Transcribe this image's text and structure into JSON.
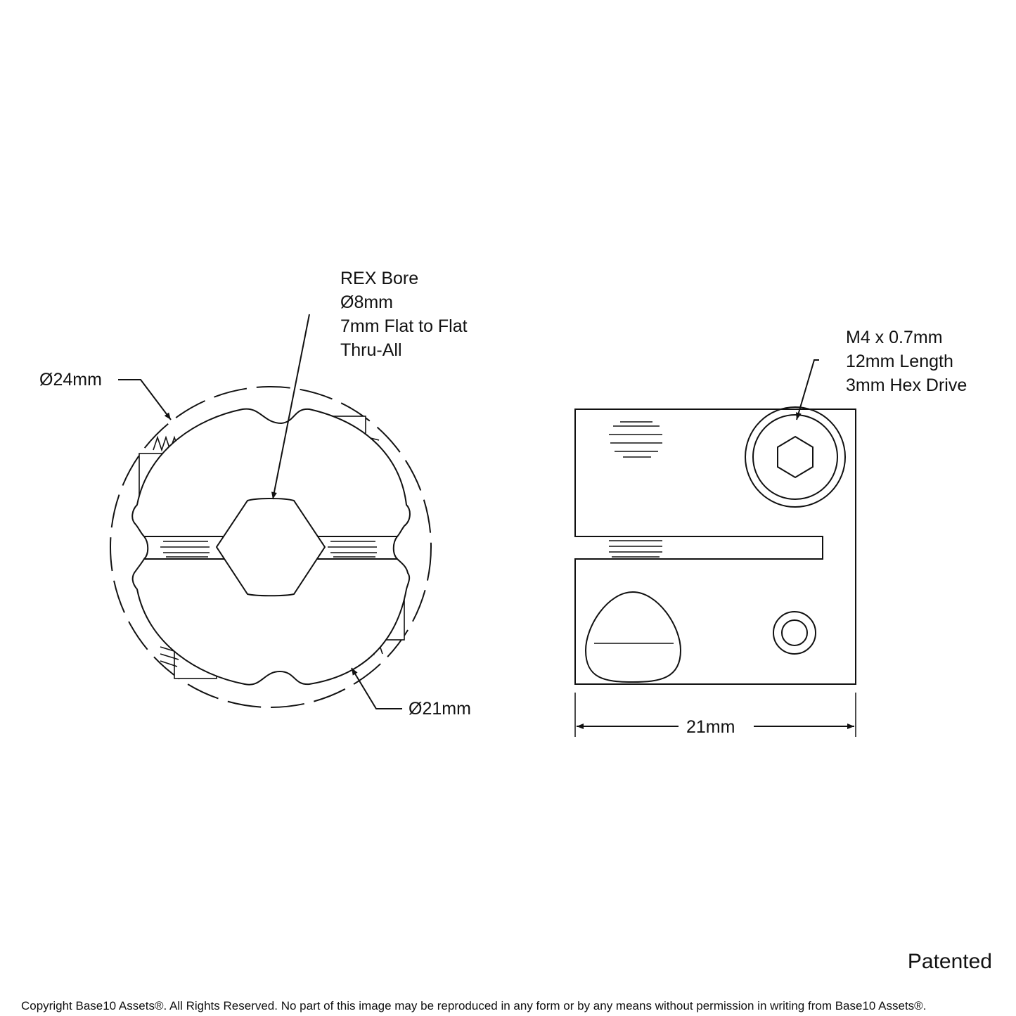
{
  "front_view": {
    "bore_label": [
      "REX Bore",
      "Ø8mm",
      "7mm Flat to Flat",
      "Thru-All"
    ],
    "outer_diameter_label": "Ø24mm",
    "body_diameter_label": "Ø21mm"
  },
  "side_view": {
    "screw_label": [
      "M4 x 0.7mm",
      "12mm Length",
      "3mm Hex Drive"
    ],
    "width_label": "21mm"
  },
  "patented": "Patented",
  "copyright": "Copyright Base10 Assets®.  All Rights Reserved. No part of this image may be reproduced in any form or by any means without permission in writing from Base10 Assets®."
}
